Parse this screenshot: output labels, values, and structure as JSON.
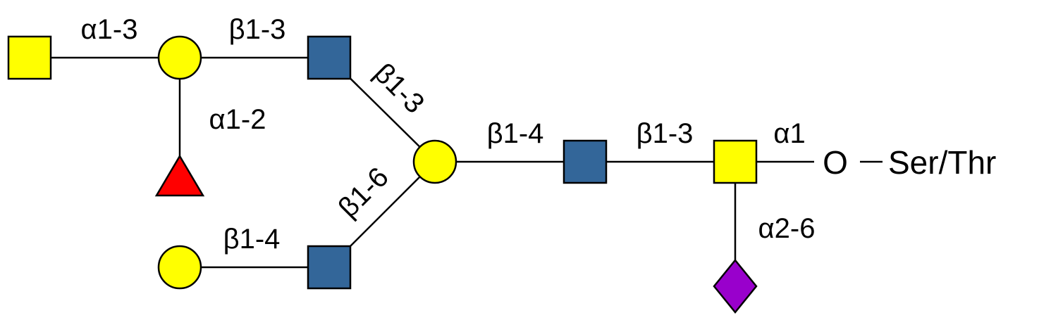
{
  "colors": {
    "galactose_yellow": "#FFFF00",
    "glcnac_blue": "#336699",
    "fucose_red": "#FF0000",
    "sialic_purple": "#9900CC"
  },
  "nodes": {
    "galnac_terminal": "yellow-square",
    "gal_top": "yellow-circle",
    "glcnac_top": "blue-square",
    "fuc": "red-triangle",
    "gal_branch": "yellow-circle",
    "glcnac_bottom": "blue-square",
    "gal_bottom": "yellow-circle",
    "glcnac_core": "blue-square",
    "galnac_core": "yellow-square",
    "neuac": "purple-diamond"
  },
  "linkages": {
    "a13": "α1-3",
    "b13_top": "β1-3",
    "b13_diag": "β1-3",
    "a12": "α1-2",
    "b16": "β1-6",
    "b14_bottom": "β1-4",
    "b14_core": "β1-4",
    "b13_core": "β1-3",
    "a1": "α1",
    "a26": "α2-6"
  },
  "aglycone": {
    "oxygen": "O",
    "residue": "Ser/Thr"
  }
}
